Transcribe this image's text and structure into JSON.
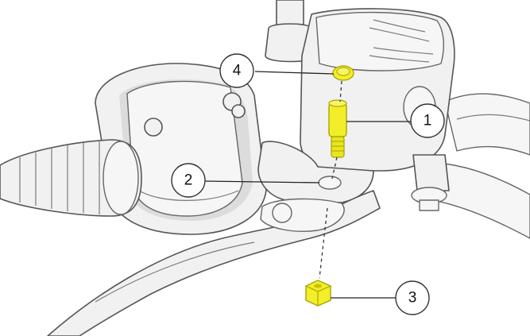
{
  "callouts": [
    {
      "id": "1",
      "label": "1"
    },
    {
      "id": "2",
      "label": "2"
    },
    {
      "id": "3",
      "label": "3"
    },
    {
      "id": "4",
      "label": "4"
    }
  ],
  "colors": {
    "highlight_part": "#f2ee2a",
    "highlight_edge": "#a9a400",
    "outline": "#555555",
    "fill": "#f1f1f1"
  },
  "icons": {
    "handlebar": "handlebar-icon",
    "grip": "grip-icon",
    "master_cylinder": "master-cylinder-icon",
    "lever": "brake-lever-icon",
    "pivot_bolt": "pivot-bolt-icon",
    "nut": "nut-icon",
    "cap": "cap-icon"
  }
}
